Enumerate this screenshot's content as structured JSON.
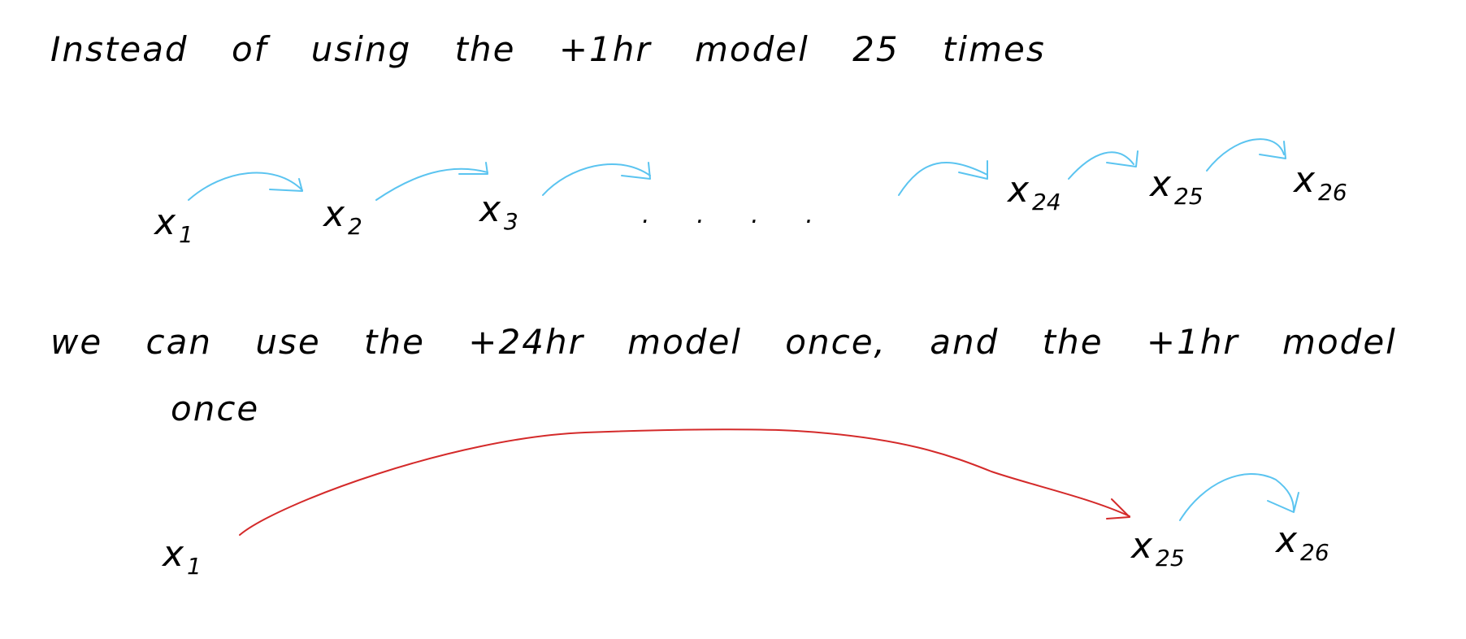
{
  "heading_top": "Instead of using the +1hr model 25 times",
  "heading_bottom_line1": "we can use the +24hr model once, and the +1hr model",
  "heading_bottom_line2": "once",
  "row1": {
    "nodes": [
      {
        "base": "x",
        "sub": "1"
      },
      {
        "base": "x",
        "sub": "2"
      },
      {
        "base": "x",
        "sub": "3"
      },
      {
        "base": "x",
        "sub": "24"
      },
      {
        "base": "x",
        "sub": "25"
      },
      {
        "base": "x",
        "sub": "26"
      }
    ],
    "ellipsis": ". . . ."
  },
  "row2": {
    "nodes": [
      {
        "base": "x",
        "sub": "1"
      },
      {
        "base": "x",
        "sub": "25"
      },
      {
        "base": "x",
        "sub": "26"
      }
    ]
  },
  "colors": {
    "ink": "#000000",
    "step_arrow": "#5bc4f0",
    "jump_arrow": "#d42a2a"
  }
}
